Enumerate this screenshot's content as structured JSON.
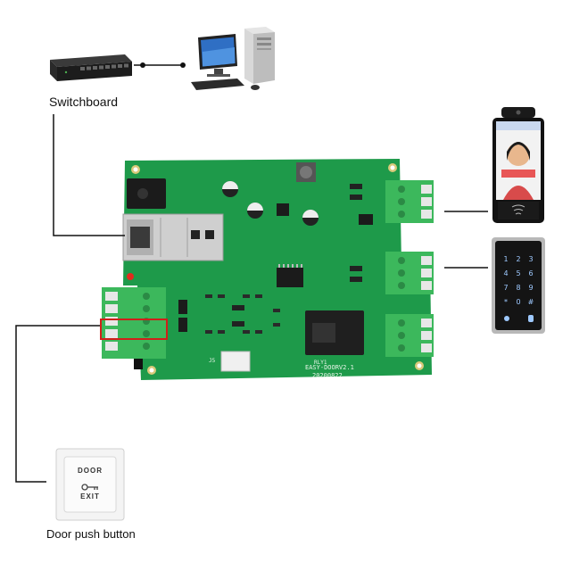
{
  "labels": {
    "switchboard": "Switchboard",
    "door_push_button": "Door push button"
  },
  "board": {
    "model": "EASY-DOORV2.1",
    "date": "20200822",
    "relay_label": "RLY1",
    "port_label": "J5"
  },
  "button": {
    "line1": "DOOR",
    "line2": "EXIT"
  },
  "colors": {
    "pcb": "#1e9a4a",
    "terminal": "#3cb85c",
    "wire": "#111111",
    "highlight": "#d0201a"
  }
}
